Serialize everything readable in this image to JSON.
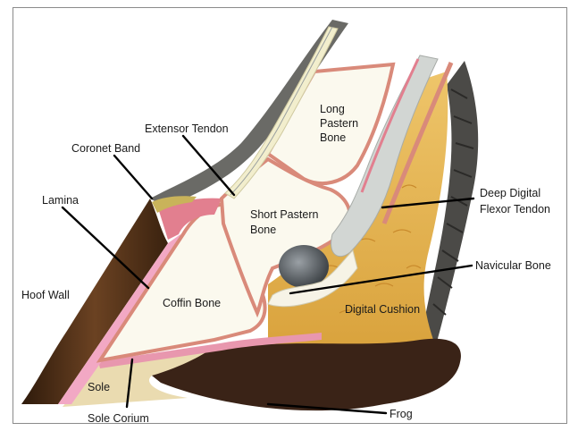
{
  "labels": {
    "coronet_band": "Coronet Band",
    "extensor_tendon": "Extensor Tendon",
    "long_pastern_1": "Long",
    "long_pastern_2": "Pastern",
    "long_pastern_3": "Bone",
    "lamina": "Lamina",
    "short_pastern_1": "Short Pastern",
    "short_pastern_2": "Bone",
    "deep_digital_1": "Deep Digital",
    "deep_digital_2": "Flexor Tendon",
    "navicular_bone": "Navicular Bone",
    "hoof_wall": "Hoof Wall",
    "coffin_bone": "Coffin Bone",
    "digital_cushion": "Digital Cushion",
    "sole": "Sole",
    "sole_corium": "Sole Corium",
    "frog": "Frog"
  },
  "colors": {
    "hoof_wall": "#4a2c14",
    "lamina": "#f2a8c4",
    "corium": "#d98a7a",
    "digital_cushion": "#e7b650",
    "frog": "#3b2418",
    "sole": "#e9d8ad",
    "bone": "#fbf9ee",
    "tendon": "#d4d8d4",
    "navicular": "#6a6f74",
    "hair": "#4a4a48"
  }
}
